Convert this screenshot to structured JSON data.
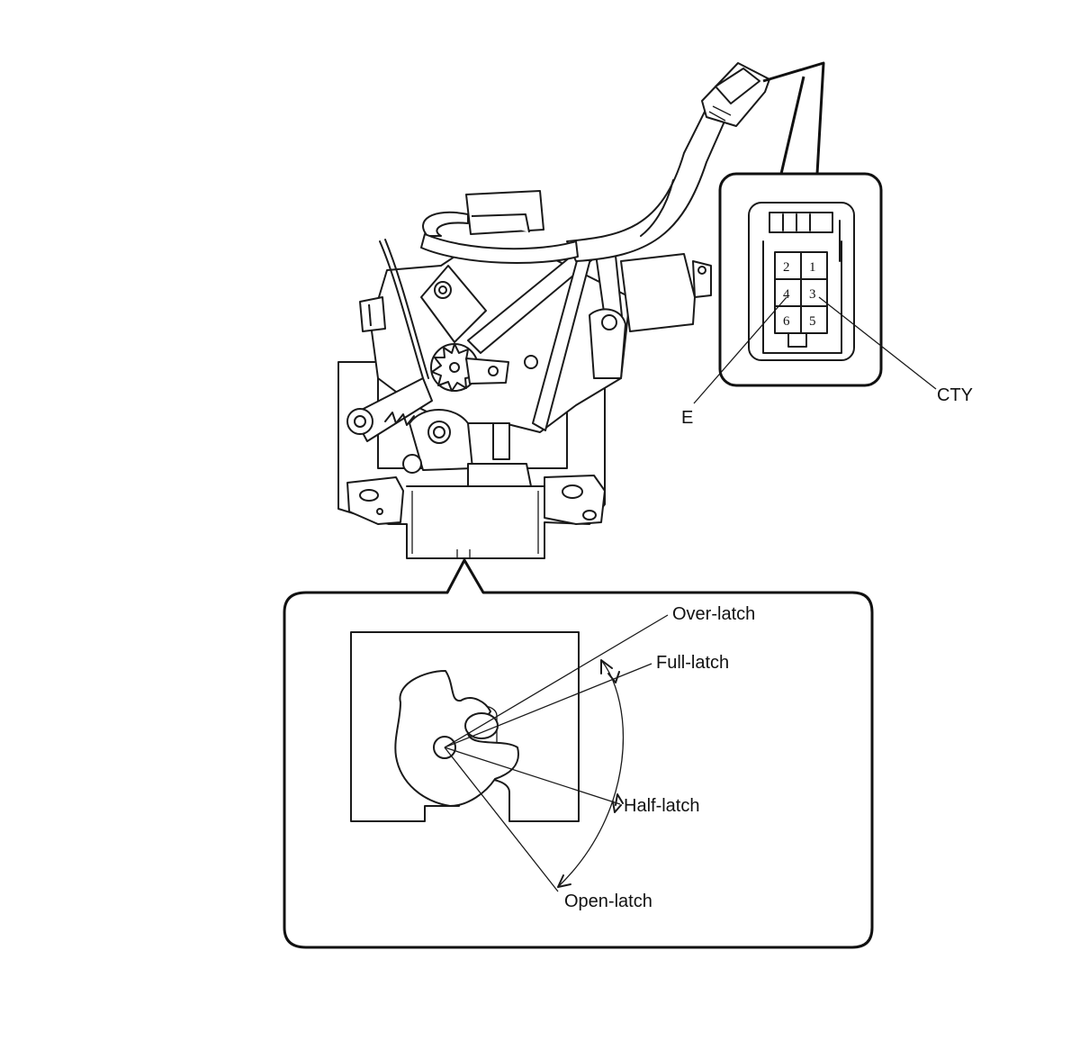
{
  "connector": {
    "pins": [
      "2",
      "1",
      "4",
      "3",
      "6",
      "5"
    ],
    "labels": {
      "e": "E",
      "cty": "CTY"
    }
  },
  "latch_positions": {
    "over": "Over-latch",
    "full": "Full-latch",
    "half": "Half-latch",
    "open": "Open-latch"
  }
}
